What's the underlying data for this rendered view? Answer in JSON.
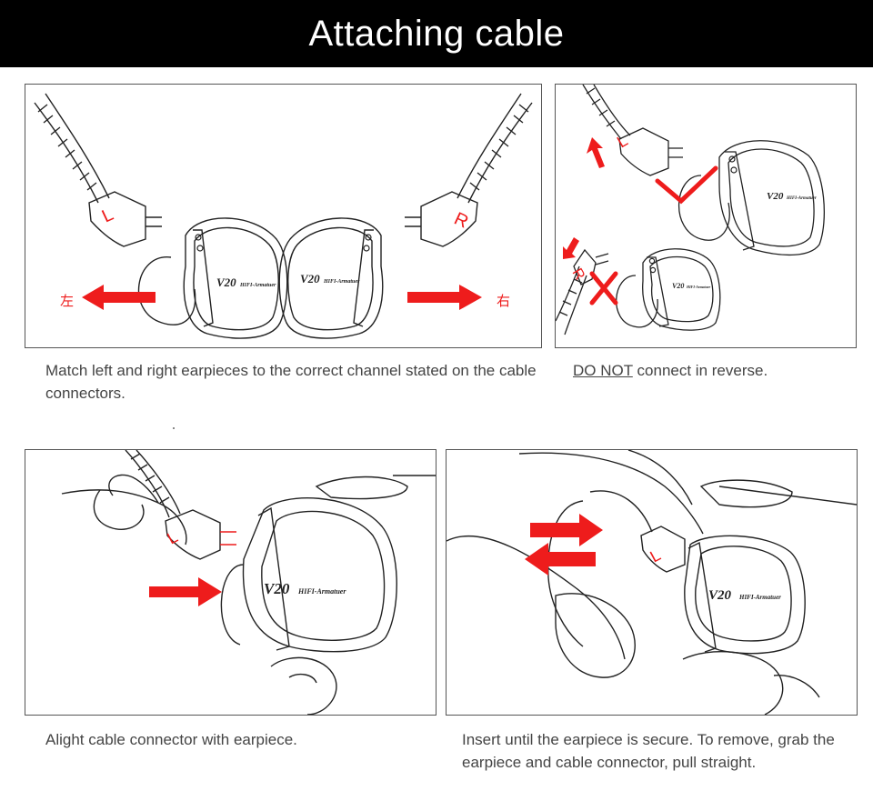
{
  "header": {
    "title": "Attaching cable"
  },
  "panels": {
    "p1": {
      "caption": "Match left and right earpieces to the correct channel stated on the cable connectors.",
      "left_marker": "L",
      "right_marker": "R",
      "left_hanzi": "左",
      "right_hanzi": "右",
      "brand_model": "V20",
      "brand_text": "HIFI-Armatuer"
    },
    "p2": {
      "caption_emph": "DO NOT",
      "caption_rest": " connect in reverse.",
      "left_marker": "L",
      "right_marker": "R",
      "brand_model": "V20",
      "brand_text": "HIFI-Armatuer"
    },
    "p3": {
      "caption": "Alight cable connector with earpiece.",
      "marker": "L",
      "brand_model": "V20",
      "brand_text": "HIFI-Armatuer"
    },
    "p4": {
      "caption": "Insert until the earpiece is secure. To remove, grab the earpiece and cable connector, pull straight.",
      "marker": "L",
      "brand_model": "V20",
      "brand_text": "HIFI-Armatuer"
    }
  },
  "colors": {
    "arrow": "#ee1c1c",
    "banner": "#000000",
    "line": "#222222"
  }
}
